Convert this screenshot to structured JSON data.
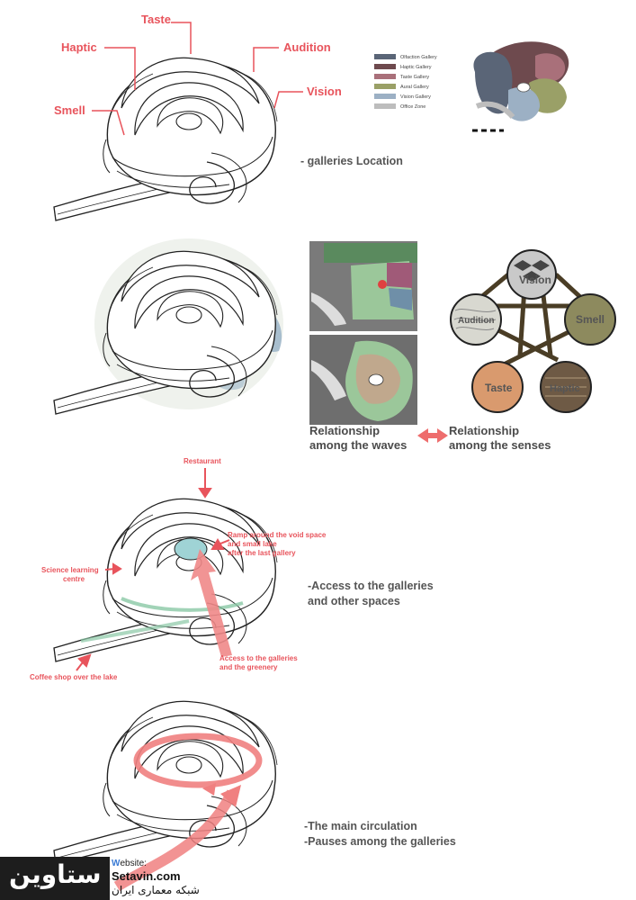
{
  "panel1": {
    "senses": [
      "Taste",
      "Haptic",
      "Audition",
      "Vision",
      "Smell"
    ],
    "legend": [
      {
        "label": "Olfaction Gallery",
        "color": "#5a6577"
      },
      {
        "label": "Haptic Gallery",
        "color": "#6e4a4e"
      },
      {
        "label": "Taste Gallery",
        "color": "#a9707a"
      },
      {
        "label": "Aural Gallery",
        "color": "#9aa067"
      },
      {
        "label": "Vision Gallery",
        "color": "#9cb0c4"
      },
      {
        "label": "Office Zone",
        "color": "#bdbdbd"
      }
    ],
    "caption": "- galleries Location"
  },
  "panel2": {
    "circles": {
      "vision": "Vision",
      "audition": "Audition",
      "smell": "Smell",
      "taste": "Taste",
      "haptic": "Haptic"
    },
    "rel_waves": [
      "Relationship",
      "among the waves"
    ],
    "rel_senses": [
      "Relationship",
      "among the senses"
    ]
  },
  "panel3": {
    "restaurant": "Restaurant",
    "ramp": [
      "Ramp around the void space",
      "and small lake",
      "after the last gallery"
    ],
    "science": [
      "Science learning",
      "centre"
    ],
    "access": [
      "Access to the galleries",
      "and the greenery"
    ],
    "coffee": "Coffee shop over the lake",
    "caption": [
      "-Access to the galleries",
      "and other spaces"
    ]
  },
  "panel4": {
    "caption": [
      "-The main circulation",
      "-Pauses among the galleries"
    ]
  },
  "watermark": {
    "logo": "ستاوین",
    "website_label": "Website:",
    "url": "Setavin.com",
    "subtitle": "شبکه معماری ایران"
  }
}
